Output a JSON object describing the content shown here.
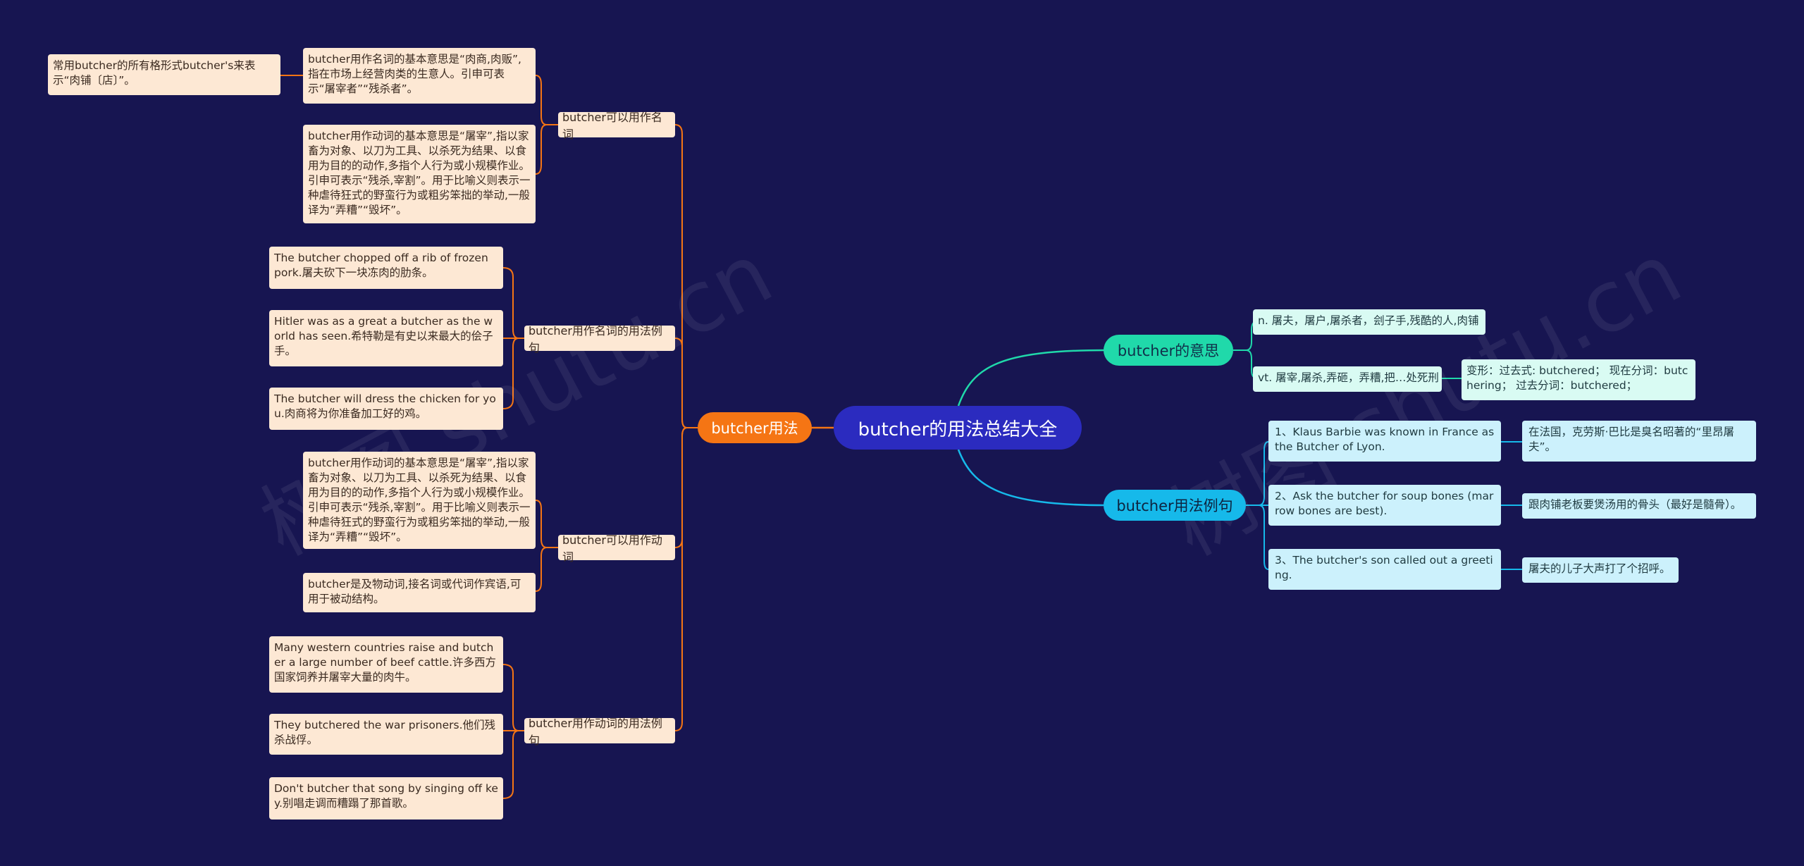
{
  "root": "butcher的用法总结大全",
  "left": {
    "main": "butcher用法",
    "noun": {
      "label": "butcher可以用作名词",
      "extra": "常用butcher的所有格形式butcher's来表示“肉铺〔店〕”。",
      "items": [
        "butcher用作名词的基本意思是“肉商,肉贩”,指在市场上经营肉类的生意人。引申可表示“屠宰者”“残杀者”。",
        "butcher用作动词的基本意思是“屠宰”,指以家畜为对象、以刀为工具、以杀死为结果、以食用为目的的动作,多指个人行为或小规模作业。引申可表示“残杀,宰割”。用于比喻义则表示一种虐待狂式的野蛮行为或粗劣笨拙的举动,一般译为“弄糟”“毁坏”。"
      ]
    },
    "noun_examples": {
      "label": "butcher用作名词的用法例句",
      "items": [
        "The butcher chopped off a rib of frozen pork.屠夫砍下一块冻肉的肋条。",
        "Hitler was as a great a butcher as the world has seen.希特勒是有史以来最大的侩子手。",
        "The butcher will dress the chicken for you.肉商将为你准备加工好的鸡。"
      ]
    },
    "verb": {
      "label": "butcher可以用作动词",
      "items": [
        "butcher用作动词的基本意思是“屠宰”,指以家畜为对象、以刀为工具、以杀死为结果、以食用为目的的动作,多指个人行为或小规模作业。引申可表示“残杀,宰割”。用于比喻义则表示一种虐待狂式的野蛮行为或粗劣笨拙的举动,一般译为“弄糟”“毁坏”。",
        "butcher是及物动词,接名词或代词作宾语,可用于被动结构。"
      ]
    },
    "verb_examples": {
      "label": "butcher用作动词的用法例句",
      "items": [
        "Many western countries raise and butcher a large number of beef cattle.许多西方国家饲养并屠宰大量的肉牛。",
        "They butchered the war prisoners.他们残杀战俘。",
        "Don't butcher that song by singing off key.别唱走调而糟蹋了那首歌。"
      ]
    }
  },
  "right": {
    "meaning": {
      "label": "butcher的意思",
      "noun": "n. 屠夫，屠户,屠杀者，刽子手,残酷的人,肉铺",
      "verb": "vt. 屠宰,屠杀,弄砸，弄糟,把…处死刑",
      "forms": "变形：过去式: butchered； 现在分词：butchering； 过去分词：butchered；"
    },
    "examples": {
      "label": "butcher用法例句",
      "items": [
        {
          "en": "1、Klaus Barbie was known in France as the Butcher of Lyon.",
          "zh": "在法国，克劳斯·巴比是臭名昭著的“里昂屠夫”。"
        },
        {
          "en": "2、Ask the butcher for soup bones (marrow bones are best).",
          "zh": "跟肉铺老板要煲汤用的骨头（最好是髓骨）。"
        },
        {
          "en": "3、The butcher's son called out a greeting.",
          "zh": "屠夫的儿子大声打了个招呼。"
        }
      ]
    }
  },
  "colors": {
    "background": "#171551",
    "root": "#2b2bbf",
    "orange": "#f57514",
    "green": "#20d9aa",
    "blue": "#16b9ea"
  }
}
